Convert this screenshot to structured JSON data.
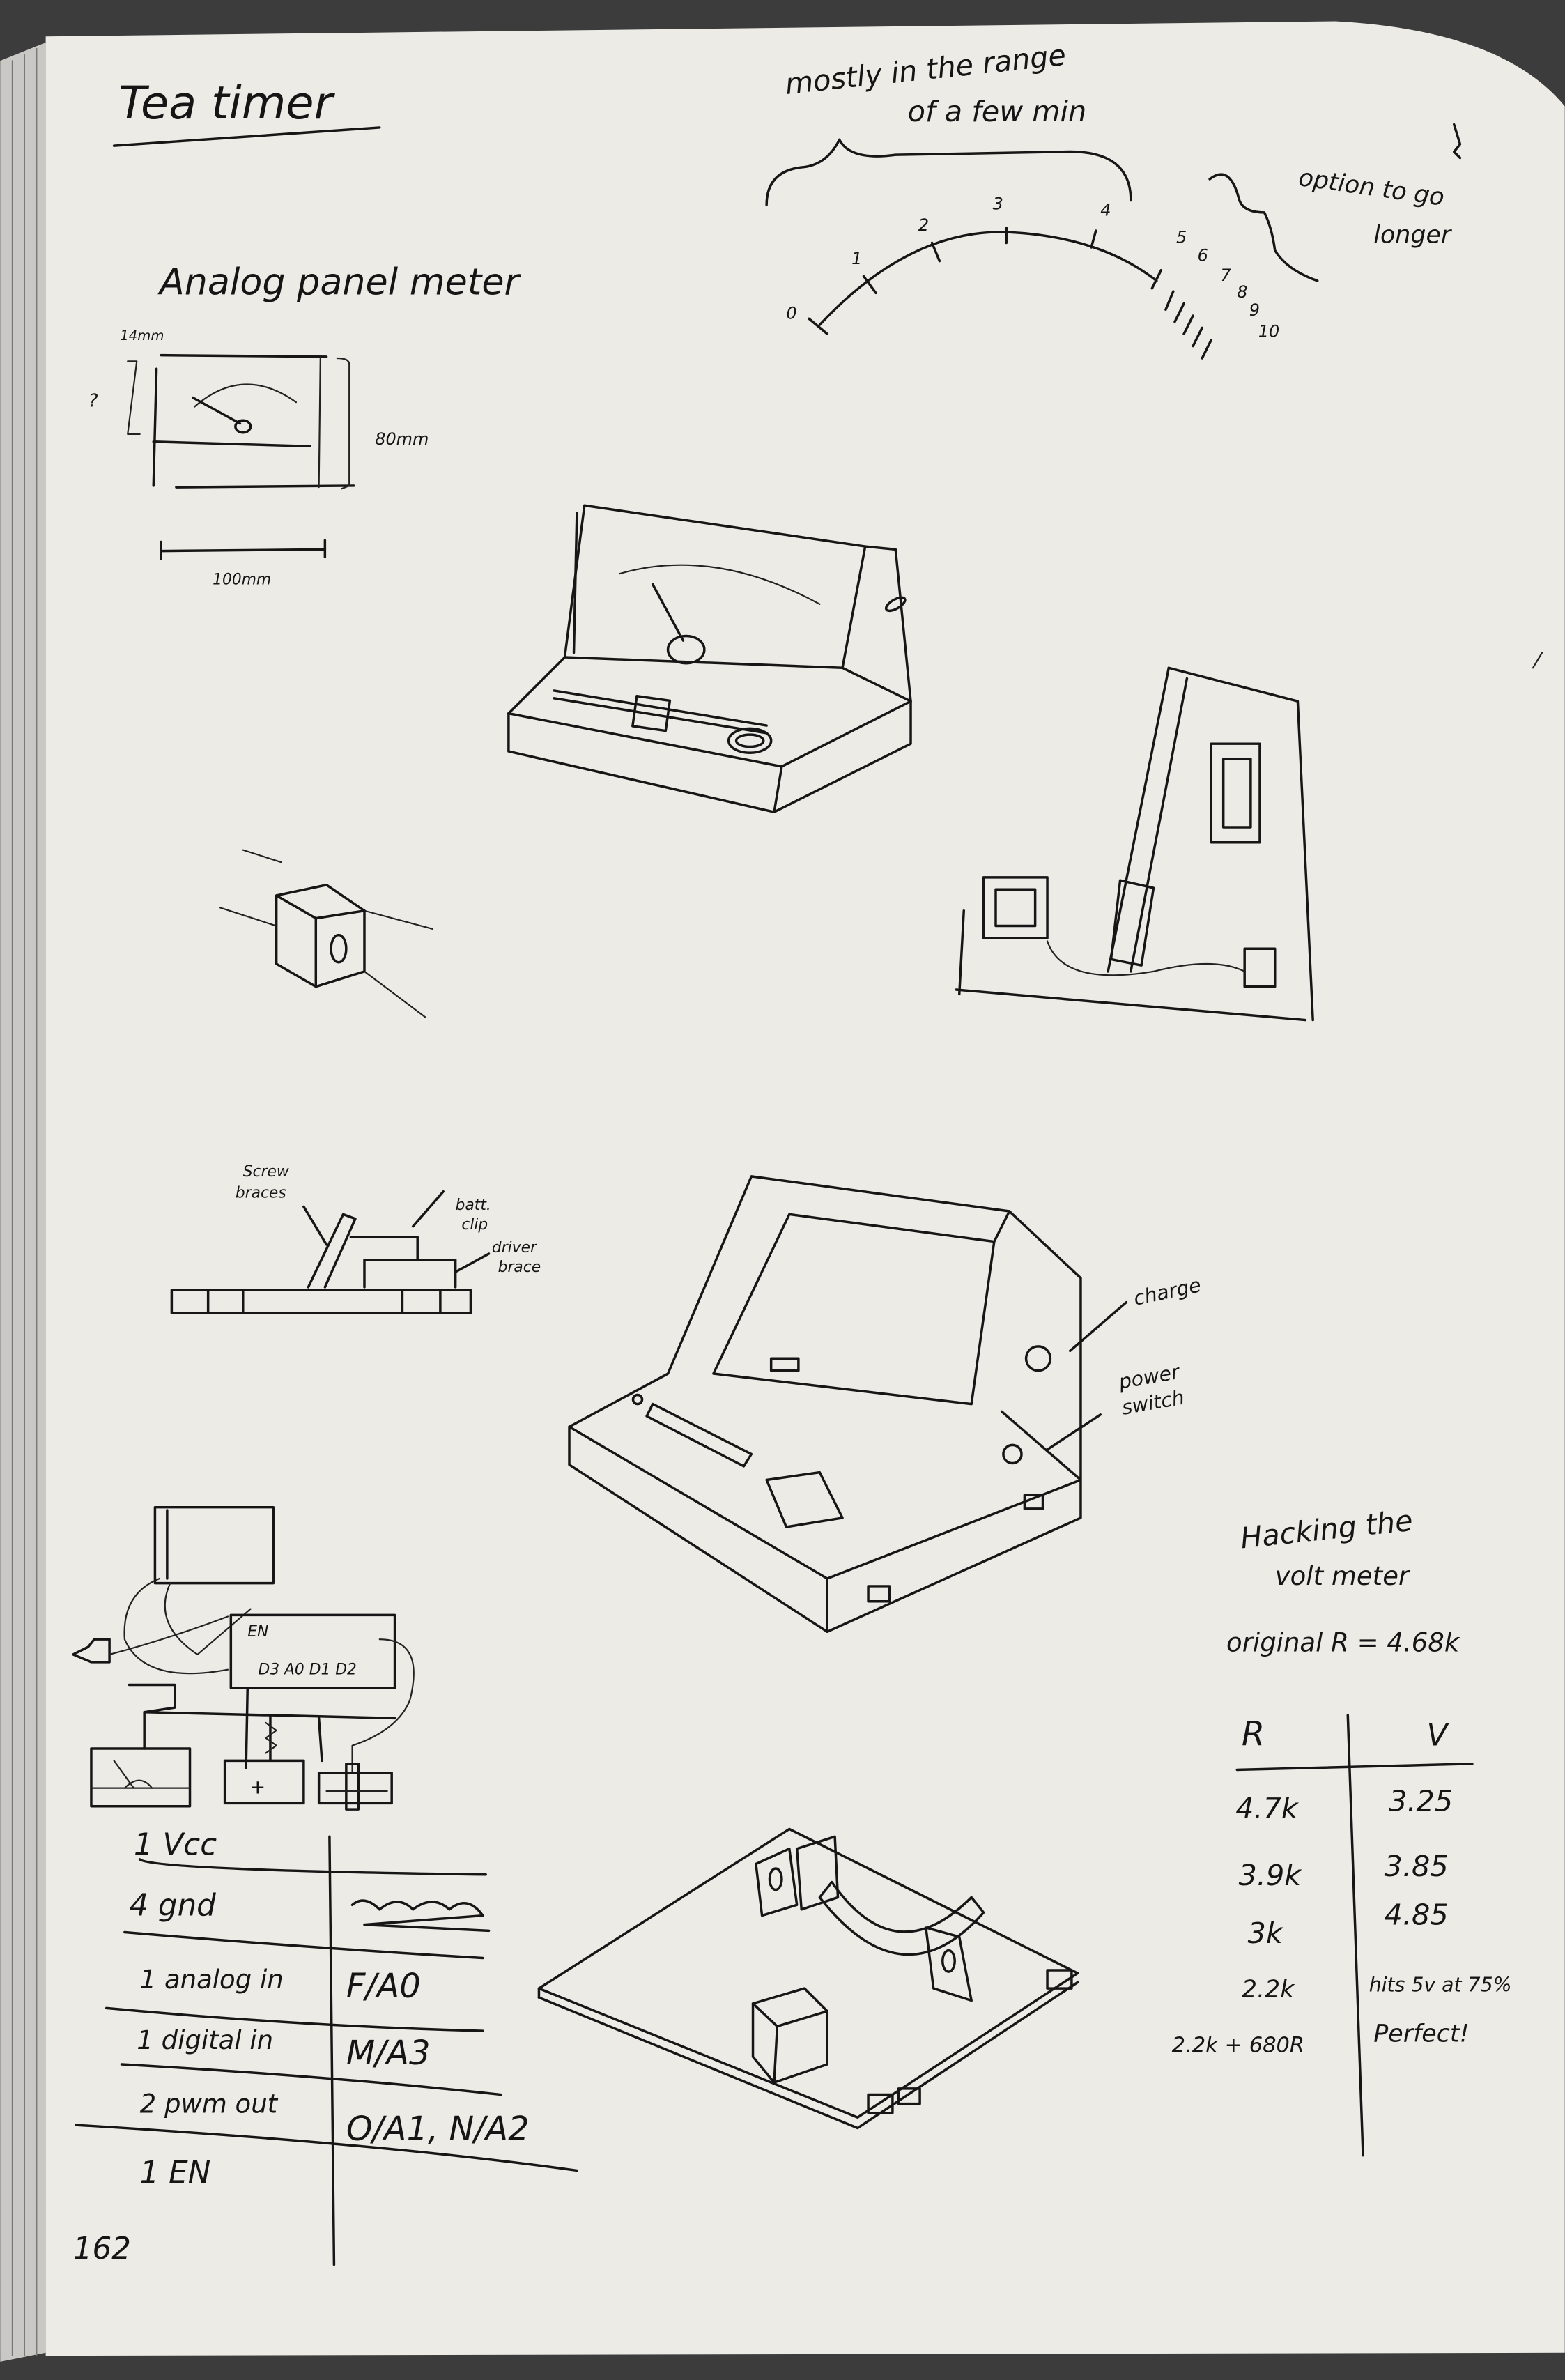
{
  "title": "Tea timer",
  "dial": {
    "note_range": [
      "mostly in the range",
      "of a few min"
    ],
    "note_longer": [
      "option to go",
      "longer"
    ],
    "ticks": [
      "0",
      "1",
      "2",
      "3",
      "4",
      "5",
      "6",
      "7",
      "8",
      "9",
      "10"
    ]
  },
  "panel_meter": {
    "heading": "Analog panel meter",
    "depth": "14mm",
    "height": "80mm",
    "width": "100mm",
    "unknown": "?"
  },
  "brace_labels": {
    "screw": [
      "Screw",
      "braces"
    ],
    "batt": [
      "batt.",
      "clip"
    ],
    "driver": [
      "driver",
      "brace"
    ]
  },
  "enclosure_labels": {
    "charge": "charge",
    "power": [
      "power",
      "switch"
    ]
  },
  "schematic": {
    "board_en": "EN",
    "board_pins": "D3 A0 D1 D2",
    "button": "+"
  },
  "pin_table": {
    "rows": [
      {
        "need": "1 Vcc",
        "pin": ""
      },
      {
        "need": "4 gnd",
        "pin": ""
      },
      {
        "need": "1 analog in",
        "pin": "F/A0"
      },
      {
        "need": "1 digital in",
        "pin": "M/A3"
      },
      {
        "need": "2 pwm out",
        "pin": "O/A1, N/A2"
      },
      {
        "need": "1 EN",
        "pin": ""
      }
    ]
  },
  "volt_meter": {
    "heading": [
      "Hacking the",
      "volt meter"
    ],
    "original": "original R = 4.68k",
    "headers": [
      "R",
      "V"
    ],
    "rows": [
      {
        "r": "4.7k",
        "v": "3.25"
      },
      {
        "r": "3.9k",
        "v": "3.85"
      },
      {
        "r": "3k",
        "v": "4.85"
      },
      {
        "r": "2.2k",
        "v": "hits 5v at 75%"
      },
      {
        "r": "2.2k + 680R",
        "v": "Perfect!"
      }
    ]
  },
  "page_number": "162",
  "colors": {
    "paper": "#ecebe6",
    "ink": "#161616",
    "background": "#3a3a3a"
  }
}
